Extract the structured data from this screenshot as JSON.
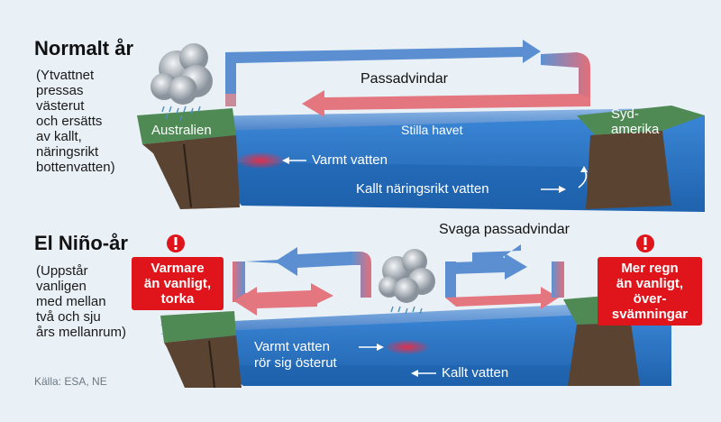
{
  "colors": {
    "background": "#e9f0f6",
    "ocean_top": "#4f86c8",
    "ocean_front": "#2a74c4",
    "land": "#4f8a55",
    "wind_cold": "#5a8fd0",
    "wind_warm": "#e4767f",
    "warm_water": "#d23b4e",
    "warning": "#e0141b"
  },
  "normal": {
    "title": "Normalt år",
    "subtitle": "(Ytvattnet\npressas\nvästerut\noch ersätts\nav kallt,\nnäringsrikt\nbottenvatten)",
    "wind_label": "Passadvindar",
    "ocean_label": "Stilla havet",
    "left_land": "Australien",
    "right_land": "Syd-\namerika",
    "warm_label": "Varmt vatten",
    "cold_label": "Kallt näringsrikt vatten"
  },
  "elnino": {
    "title": "El Niño-år",
    "subtitle": "(Uppstår\nvanligen\nmed mellan\ntvå och sju\nårs mellanrum)",
    "wind_label": "Svaga passadvindar",
    "left_warning": "Varmare\nän vanligt,\ntorka",
    "right_warning": "Mer regn\nän vanligt,\növer-\nsvämningar",
    "warm_label": "Varmt vatten\nrör sig österut",
    "cold_label": "Kallt vatten"
  },
  "source": "Källa: ESA, NE",
  "icons": [
    "rain-cloud-icon",
    "warning-icon",
    "arrow-icon"
  ]
}
